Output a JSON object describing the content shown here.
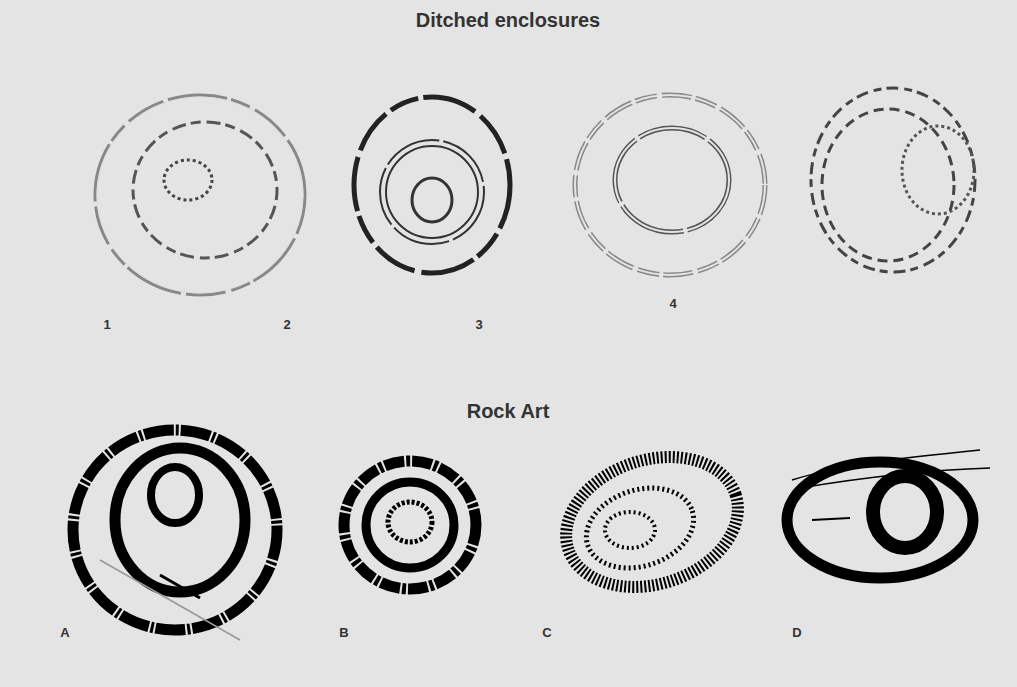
{
  "diagram": {
    "title": "Ditched enclosures",
    "labels": [
      "Rock Art",
      "1",
      "2",
      "3",
      "4",
      "A",
      "B",
      "C",
      "D"
    ]
  }
}
